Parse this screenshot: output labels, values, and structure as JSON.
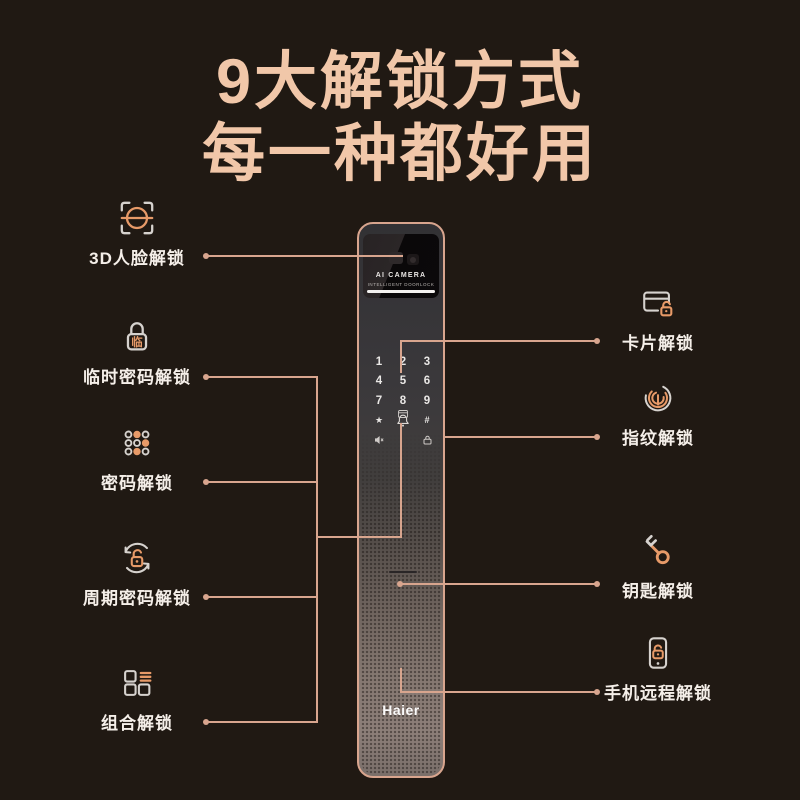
{
  "title": {
    "line1": "9大解锁方式",
    "line2": "每一种都好用"
  },
  "colors": {
    "background": "#201913",
    "accent_rose": "#d8a58e",
    "title_text": "#f1c7a9",
    "label_text": "#f5efe9",
    "icon_orange": "#e79a68",
    "icon_gray": "#d6d2ce"
  },
  "left_features": [
    {
      "label": "3D人脸解锁",
      "icon": "face-scan-icon"
    },
    {
      "label": "临时密码解锁",
      "icon": "temp-password-lock-icon"
    },
    {
      "label": "密码解锁",
      "icon": "keypad-dots-icon"
    },
    {
      "label": "周期密码解锁",
      "icon": "cycle-password-lock-icon"
    },
    {
      "label": "组合解锁",
      "icon": "combination-grid-icon"
    }
  ],
  "right_features": [
    {
      "label": "卡片解锁",
      "icon": "card-unlock-icon"
    },
    {
      "label": "指纹解锁",
      "icon": "fingerprint-icon"
    },
    {
      "label": "钥匙解锁",
      "icon": "key-icon"
    },
    {
      "label": "手机远程解锁",
      "icon": "phone-remote-icon"
    }
  ],
  "lock": {
    "camera_title": "AI CAMERA",
    "camera_subtitle": "INTELLIGENT DOORLOCK",
    "keypad_rows": [
      [
        "1",
        "2",
        "3"
      ],
      [
        "4",
        "5",
        "6"
      ],
      [
        "7",
        "8",
        "9"
      ]
    ],
    "star_key": "★",
    "hash_key": "#",
    "temp_lock_char": "临",
    "brand": "Haier"
  }
}
